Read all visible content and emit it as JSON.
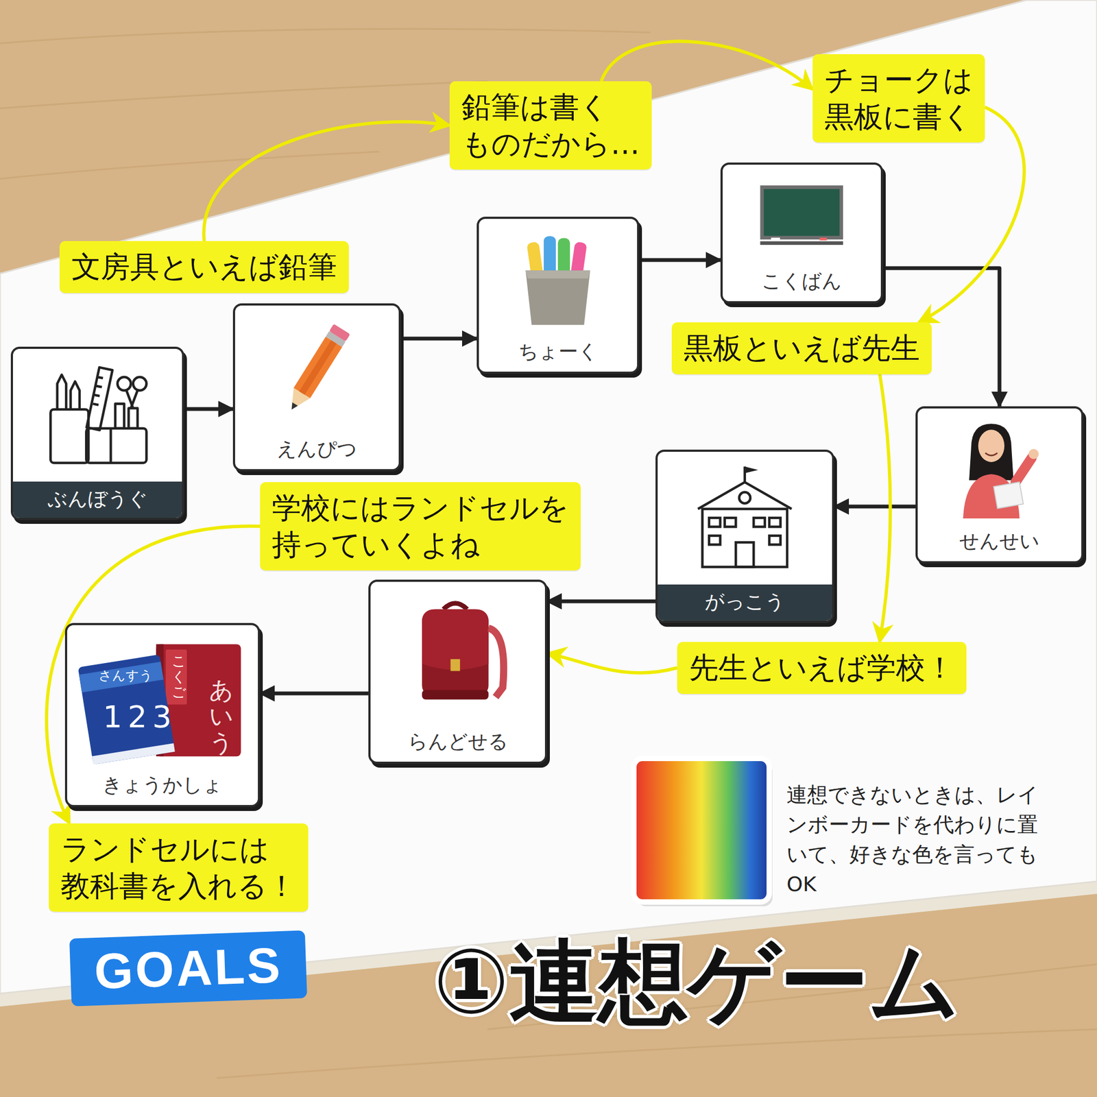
{
  "diagram": {
    "title": "①連想ゲーム",
    "nodes": [
      {
        "text": [
          "ぶんぼうぐ"
        ]
      },
      {
        "text": [
          "えんぴつ"
        ]
      },
      {
        "text": [
          "ちょーく"
        ]
      },
      {
        "text": [
          "こくばん"
        ]
      },
      {
        "text": [
          "せんせい"
        ]
      },
      {
        "text": [
          "がっこう"
        ]
      },
      {
        "text": [
          "らんどせる"
        ]
      },
      {
        "text": [
          "さんすう",
          "123",
          "こくご",
          "あいう",
          "きょうかしょ"
        ]
      },
      {
        "text": [
          "文房具といえば鉛筆"
        ]
      },
      {
        "text": [
          "鉛筆は書く ものだから…"
        ]
      },
      {
        "text": [
          "チョークは 黒板に書く"
        ]
      },
      {
        "text": [
          "黒板といえば先生"
        ]
      },
      {
        "text": [
          "先生といえば学校！"
        ]
      },
      {
        "text": [
          "学校にはランドセルを 持っていくよね"
        ]
      },
      {
        "text": [
          "ランドセルには 教科書を入れる！"
        ]
      },
      {
        "text": [
          "GOALS"
        ]
      }
    ],
    "edges": [
      {
        "from": 0,
        "to": 1,
        "arrow": "to"
      },
      {
        "from": 1,
        "to": 2,
        "arrow": "to"
      },
      {
        "from": 2,
        "to": 3,
        "arrow": "to"
      },
      {
        "from": 3,
        "to": 4,
        "arrow": "to"
      },
      {
        "from": 4,
        "to": 5,
        "arrow": "to"
      },
      {
        "from": 5,
        "to": 6,
        "arrow": "to"
      },
      {
        "from": 6,
        "to": 7,
        "arrow": "to"
      },
      {
        "from": 8,
        "to": 9,
        "arrow": "to"
      },
      {
        "from": 9,
        "to": 10,
        "arrow": "to"
      },
      {
        "from": 10,
        "to": 11,
        "arrow": "to"
      },
      {
        "from": 11,
        "to": 12,
        "arrow": "to"
      },
      {
        "from": 12,
        "to": 6,
        "arrow": "to"
      },
      {
        "from": 13,
        "to": 14,
        "arrow": "to"
      }
    ],
    "labels": [
      "連想できないときは、レインボーカードを代わりに置いて、好きな色を言ってもOK"
    ]
  }
}
